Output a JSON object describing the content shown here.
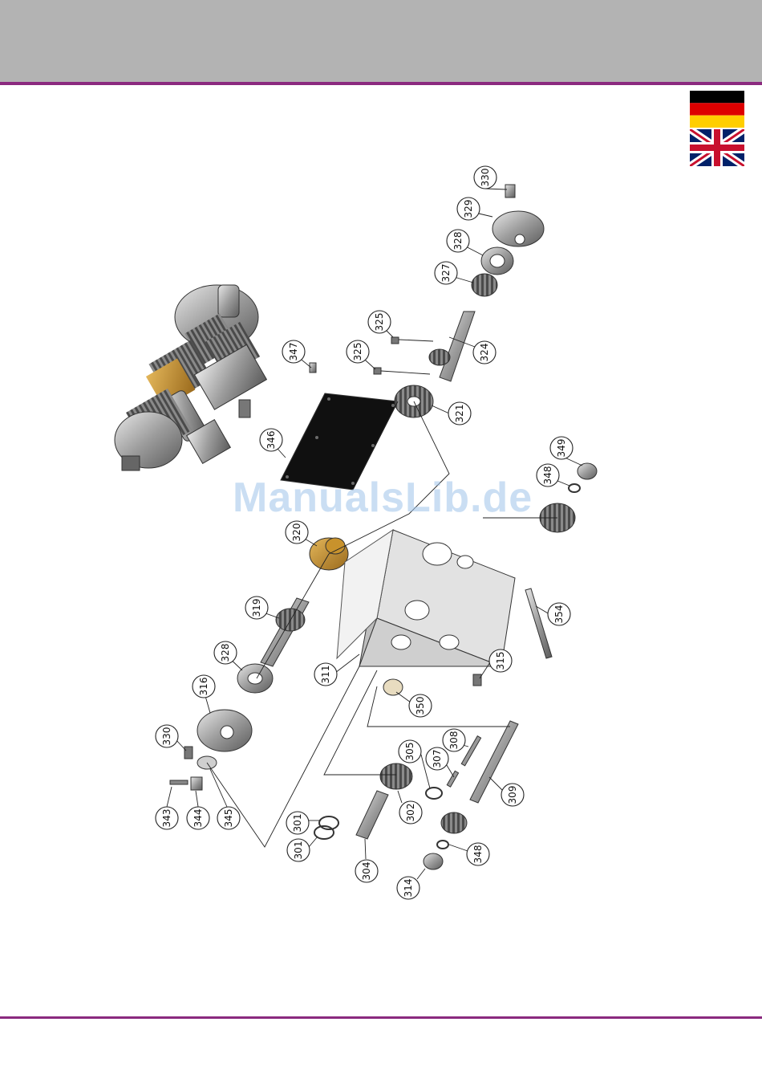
{
  "colors": {
    "header_band": "#b3b3b3",
    "accent_rule": "#8b2a7f",
    "watermark": "#9fc4ea"
  },
  "flags": {
    "german": "flag-de-icon",
    "english": "flag-uk-icon"
  },
  "watermark": "ManualsLib.de",
  "callouts": [
    {
      "id": "c330a",
      "label": "330"
    },
    {
      "id": "c329",
      "label": "329"
    },
    {
      "id": "c328a",
      "label": "328"
    },
    {
      "id": "c327",
      "label": "327"
    },
    {
      "id": "c325a",
      "label": "325"
    },
    {
      "id": "c324",
      "label": "324"
    },
    {
      "id": "c347",
      "label": "347"
    },
    {
      "id": "c325b",
      "label": "325"
    },
    {
      "id": "c321",
      "label": "321"
    },
    {
      "id": "c346",
      "label": "346"
    },
    {
      "id": "c349",
      "label": "349"
    },
    {
      "id": "c348a",
      "label": "348"
    },
    {
      "id": "c320",
      "label": "320"
    },
    {
      "id": "c319",
      "label": "319"
    },
    {
      "id": "c354",
      "label": "354"
    },
    {
      "id": "c328b",
      "label": "328"
    },
    {
      "id": "c315",
      "label": "315"
    },
    {
      "id": "c311",
      "label": "311"
    },
    {
      "id": "c316",
      "label": "316"
    },
    {
      "id": "c350",
      "label": "350"
    },
    {
      "id": "c330b",
      "label": "330"
    },
    {
      "id": "c308",
      "label": "308"
    },
    {
      "id": "c305",
      "label": "305"
    },
    {
      "id": "c307",
      "label": "307"
    },
    {
      "id": "c309",
      "label": "309"
    },
    {
      "id": "c343",
      "label": "343"
    },
    {
      "id": "c344",
      "label": "344"
    },
    {
      "id": "c345",
      "label": "345"
    },
    {
      "id": "c302",
      "label": "302"
    },
    {
      "id": "c301a",
      "label": "301"
    },
    {
      "id": "c301b",
      "label": "301"
    },
    {
      "id": "c348b",
      "label": "348"
    },
    {
      "id": "c304",
      "label": "304"
    },
    {
      "id": "c314",
      "label": "314"
    }
  ]
}
